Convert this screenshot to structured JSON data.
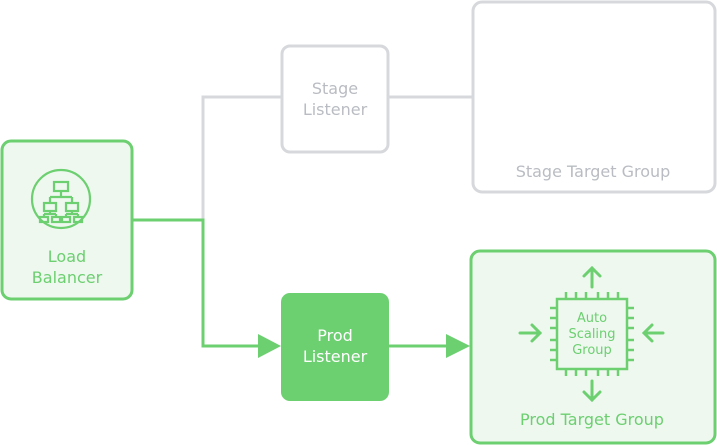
{
  "load_balancer": {
    "line1": "Load",
    "line2": "Balancer"
  },
  "stage_listener": {
    "line1": "Stage",
    "line2": "Listener"
  },
  "stage_target_group": {
    "label": "Stage Target Group"
  },
  "prod_listener": {
    "line1": "Prod",
    "line2": "Listener"
  },
  "prod_target_group": {
    "label": "Prod Target Group"
  },
  "auto_scaling_group": {
    "line1": "Auto",
    "line2": "Scaling",
    "line3": "Group"
  },
  "colors": {
    "green": "#6ccf70",
    "green_fill": "#eef8ef",
    "gray": "#d6d8dc",
    "gray_text": "#b9bcc2",
    "white": "#ffffff"
  }
}
